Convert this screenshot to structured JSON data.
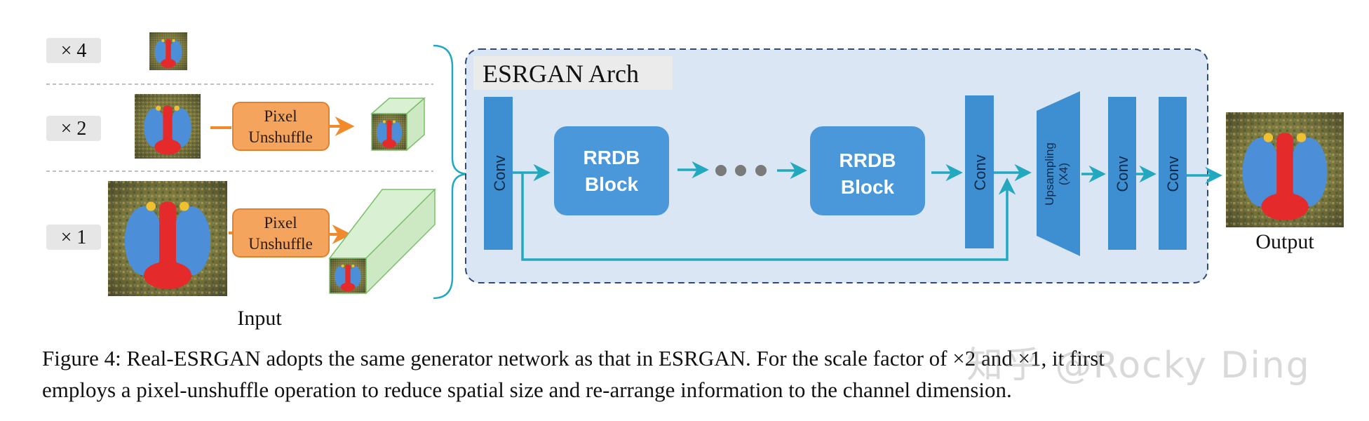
{
  "scales": {
    "x4": "× 4",
    "x2": "× 2",
    "x1": "× 1"
  },
  "pixel_unshuffle_label": [
    "Pixel",
    "Unshuffle"
  ],
  "input_label": "Input",
  "output_label": "Output",
  "arch": {
    "title": "ESRGAN Arch",
    "conv_label": "Conv",
    "rrdb_label": [
      "RRDB",
      "Block"
    ],
    "upsampling_label": [
      "Upsampling",
      "(X4)"
    ]
  },
  "caption": {
    "line1": "Figure 4: Real-ESRGAN adopts the same generator network as that in ESRGAN. For the scale factor of ×2 and ×1, it first",
    "line2": "employs a pixel-unshuffle operation to reduce spatial size and re-arrange information to the channel dimension."
  },
  "watermark": "知乎 @Rocky Ding",
  "colors": {
    "conv_blue": "#3d8fd1",
    "rrdb_blue": "#4a98da",
    "arch_bg": "#dbe6f4",
    "arrow_teal": "#22a9bf",
    "unshuffle_orange": "#f5a45e",
    "unshuffle_border": "#e0812d",
    "tensor_green": "#d9f0d3"
  }
}
